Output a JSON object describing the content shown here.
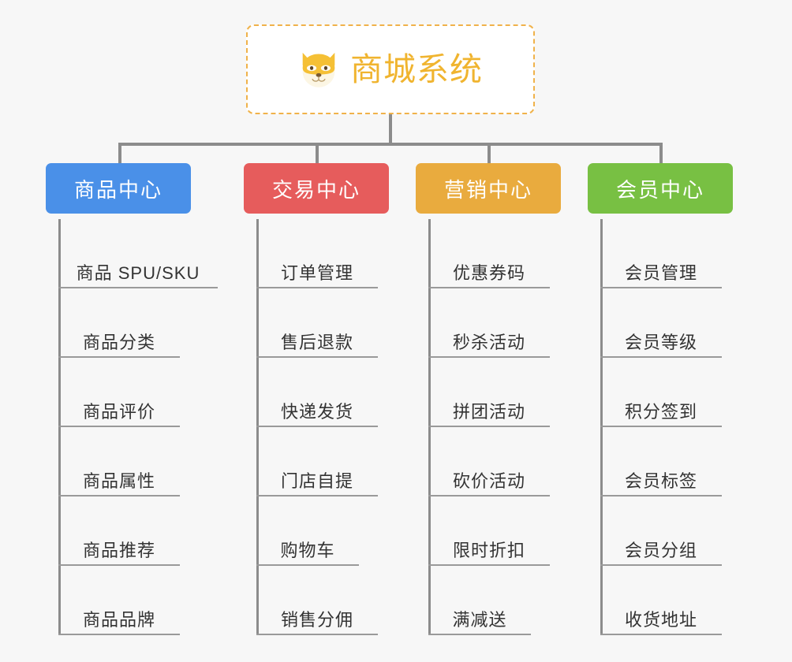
{
  "canvas": {
    "background": "#f7f7f7",
    "connector_color": "#8c8c8c"
  },
  "root": {
    "title": "商城系统",
    "icon": "shiba-dog-icon",
    "border_color": "#f0b24a",
    "text_color": "#f0b42f",
    "background": "#ffffff"
  },
  "columns": [
    {
      "id": "product-center",
      "label": "商品中心",
      "color": "#4a90e8",
      "items": [
        "商品 SPU/SKU",
        "商品分类",
        "商品评价",
        "商品属性",
        "商品推荐",
        "商品品牌"
      ]
    },
    {
      "id": "trade-center",
      "label": "交易中心",
      "color": "#e65c5c",
      "items": [
        "订单管理",
        "售后退款",
        "快递发货",
        "门店自提",
        "购物车",
        "销售分佣"
      ]
    },
    {
      "id": "marketing-center",
      "label": "营销中心",
      "color": "#e9ab3e",
      "items": [
        "优惠券码",
        "秒杀活动",
        "拼团活动",
        "砍价活动",
        "限时折扣",
        "满减送"
      ]
    },
    {
      "id": "member-center",
      "label": "会员中心",
      "color": "#78c043",
      "items": [
        "会员管理",
        "会员等级",
        "积分签到",
        "会员标签",
        "会员分组",
        "收货地址"
      ]
    }
  ]
}
